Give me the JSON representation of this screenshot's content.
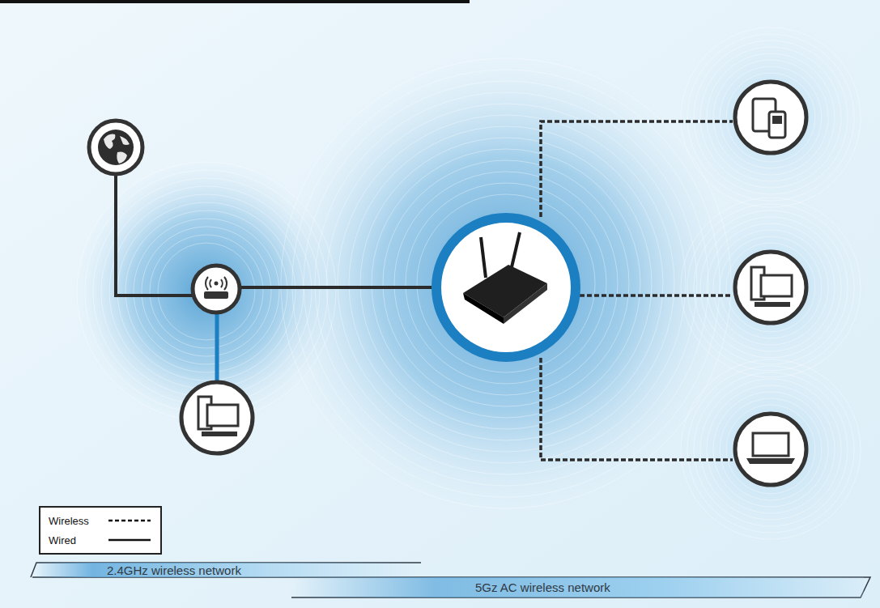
{
  "diagram": {
    "nodes": [
      {
        "text": [
          "2.4GHz wireless network"
        ]
      },
      {
        "text": [
          "5Gz AC wireless network"
        ]
      }
    ],
    "legend": [
      {
        "text": "Wireless"
      },
      {
        "text": "Wired"
      }
    ]
  }
}
